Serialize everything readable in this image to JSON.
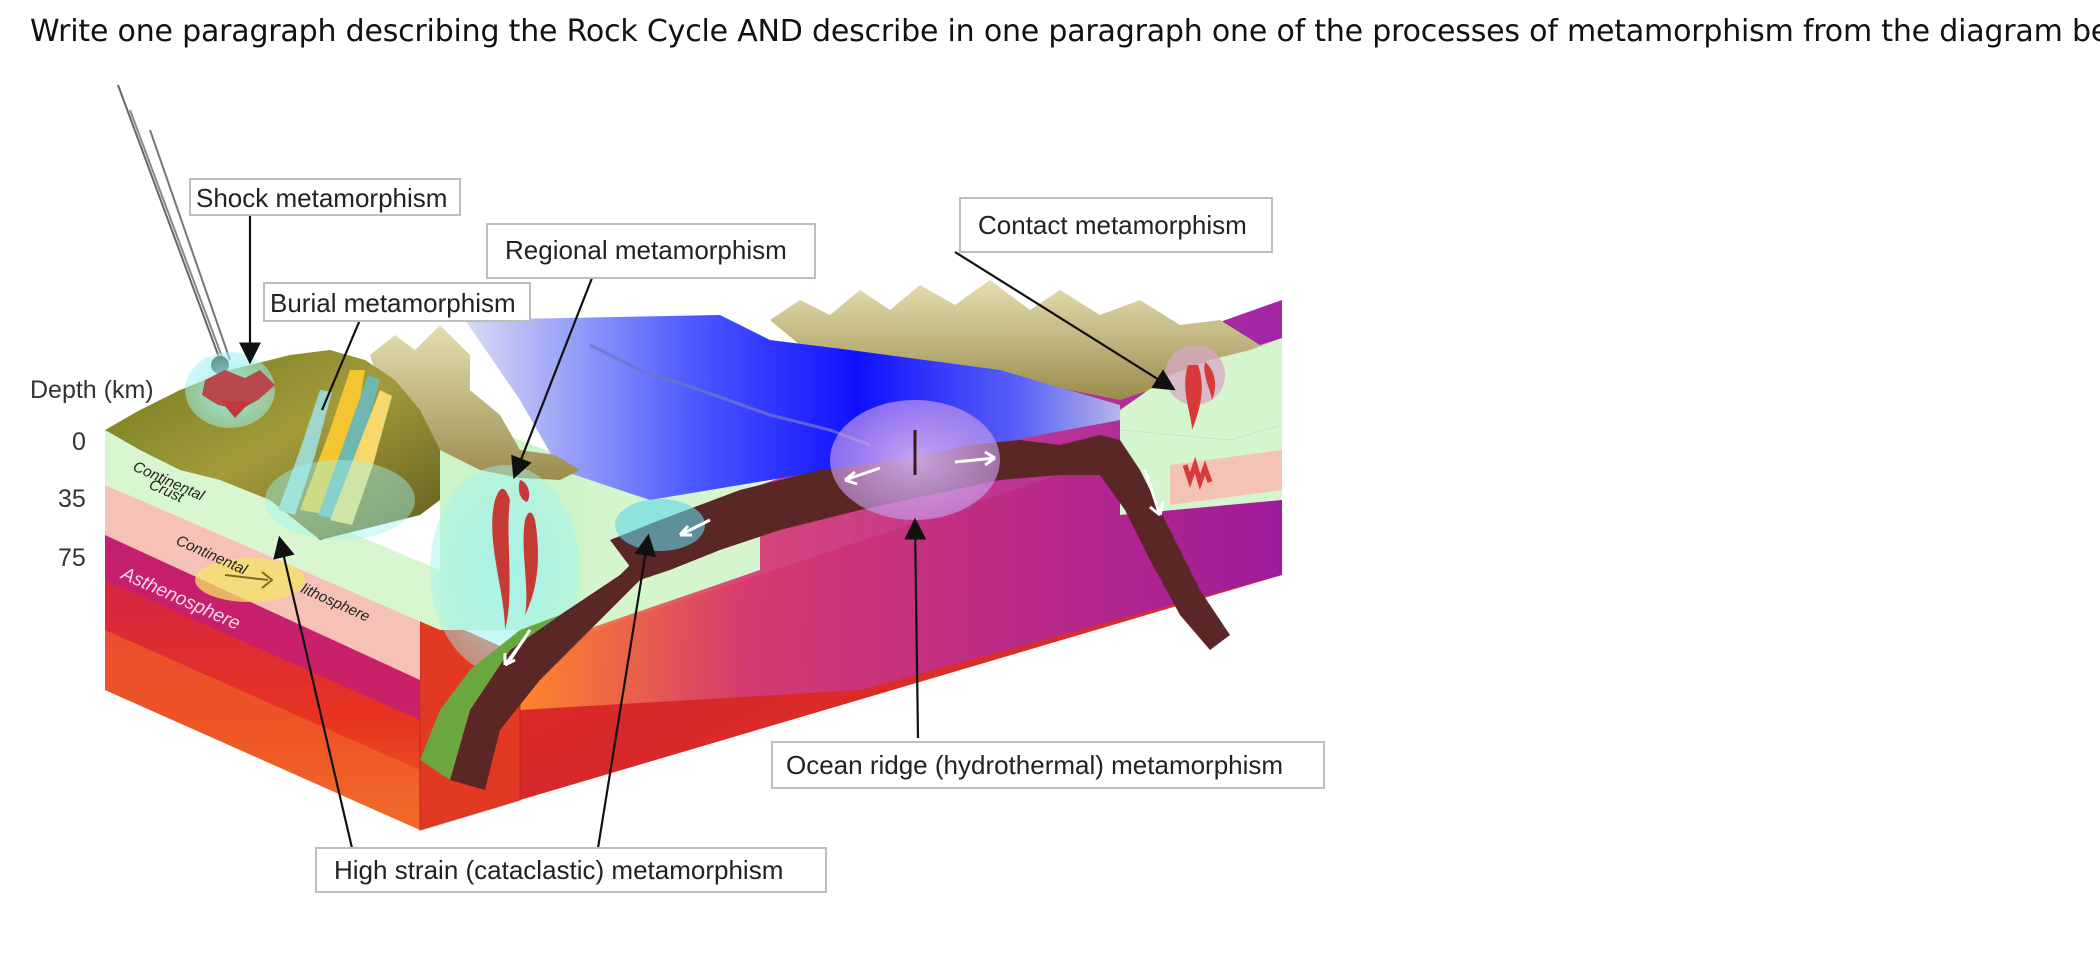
{
  "question": "Write one paragraph describing the Rock Cycle AND describe in one paragraph one of the processes of metamorphism from the diagram below.",
  "diagram": {
    "labels": {
      "shock": "Shock metamorphism",
      "regional": "Regional metamorphism",
      "contact": "Contact metamorphism",
      "burial": "Burial metamorphism",
      "ocean_ridge": "Ocean ridge (hydrothermal) metamorphism",
      "high_strain": "High strain (cataclastic) metamorphism"
    },
    "depth_axis": {
      "title": "Depth (km)",
      "ticks": [
        "0",
        "35",
        "75"
      ]
    },
    "layers": {
      "continental_crust_line1": "Continental",
      "continental_crust_line2": "Crust",
      "continental_lithosphere_a": "Continental",
      "continental_lithosphere_b": "lithosphere",
      "asthenosphere": "Asthenosphere"
    },
    "colors": {
      "asthenosphere": "#e8331f",
      "mantle_purple": "#b2188f",
      "ocean": "#1f2bff",
      "crust_mint": "#d8f7d0",
      "lithosphere_pink": "#f6c2b8",
      "slab": "#5a2626",
      "terrain": "#8c8a2c"
    }
  }
}
